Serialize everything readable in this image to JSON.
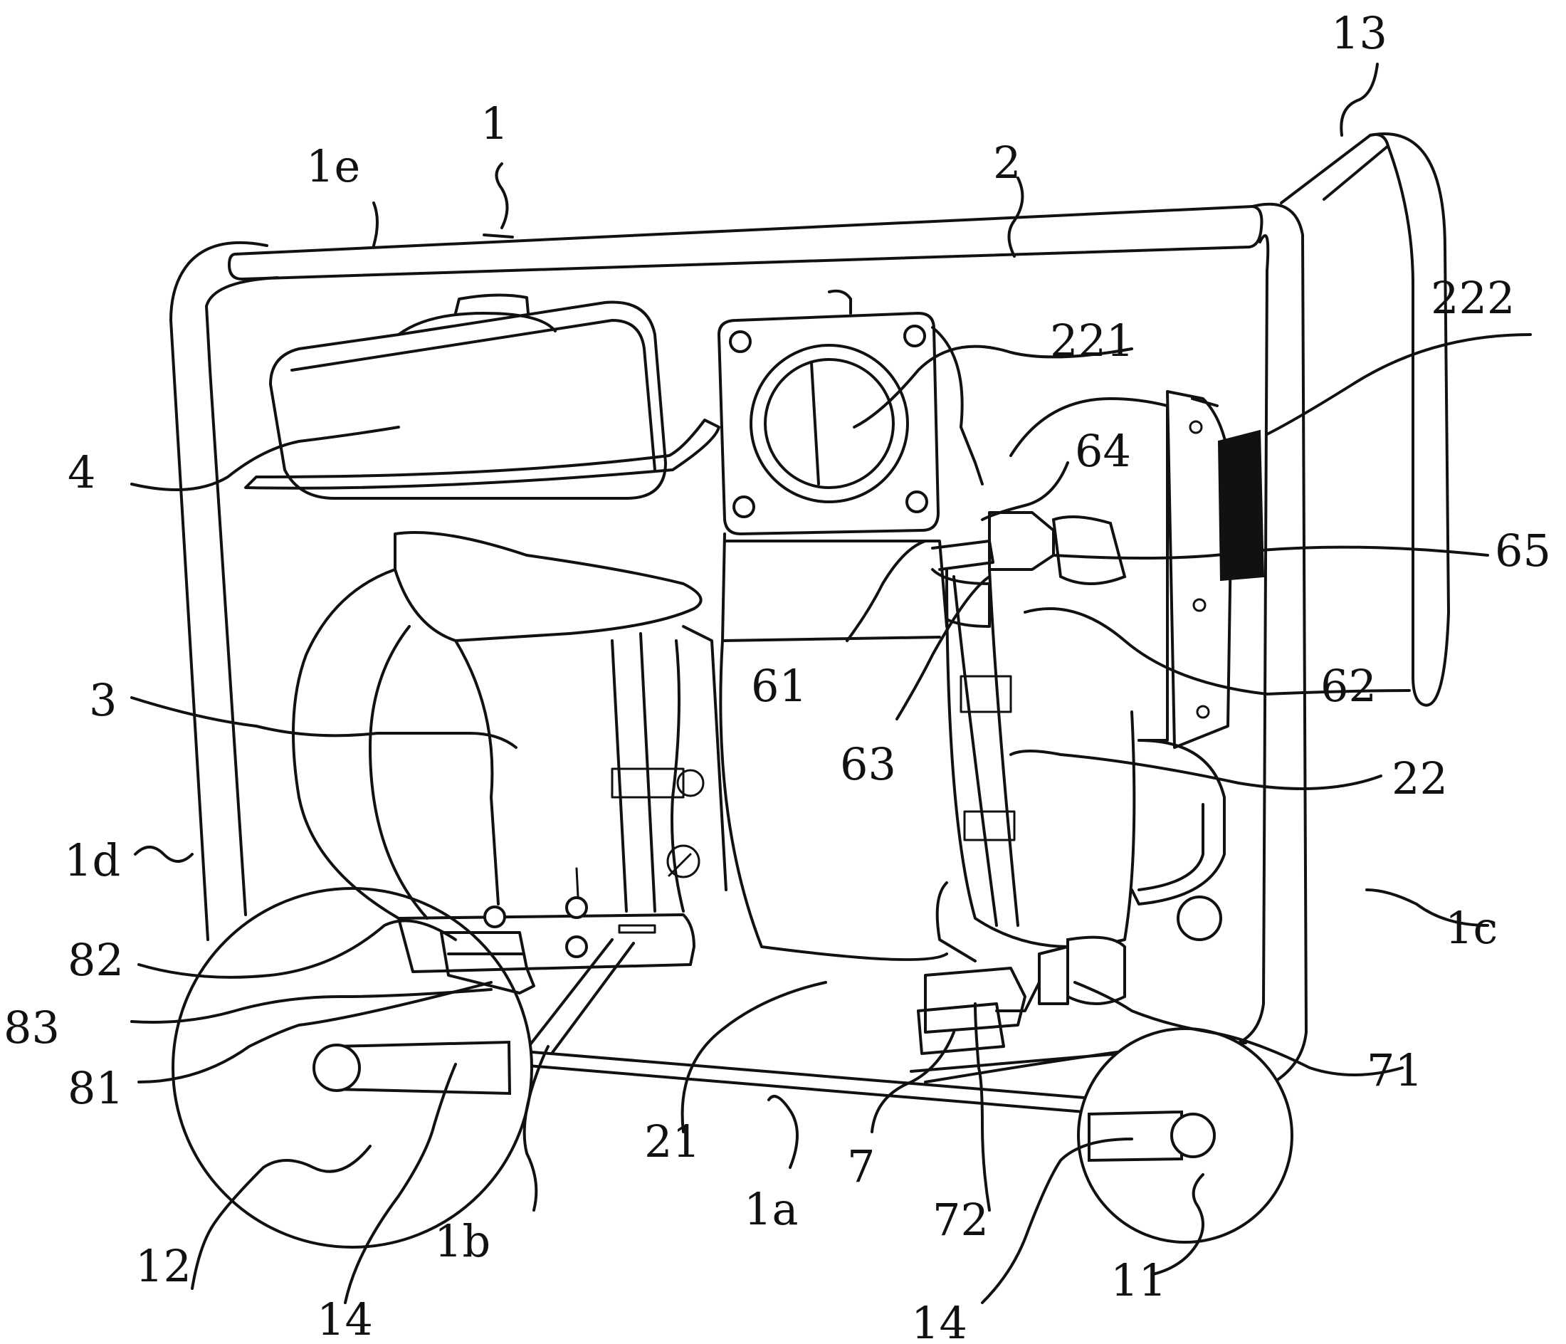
{
  "labels": {
    "l1": "1",
    "l1e": "1e",
    "l2": "2",
    "l13": "13",
    "l221": "221",
    "l222": "222",
    "l4": "4",
    "l64": "64",
    "l65": "65",
    "l61": "61",
    "l62": "62",
    "l3": "3",
    "l63": "63",
    "l22": "22",
    "l1d": "1d",
    "l1c": "1c",
    "l82": "82",
    "l83": "83",
    "l81": "81",
    "l21": "21",
    "l71": "71",
    "l7": "7",
    "l1a": "1a",
    "l72": "72",
    "l12": "12",
    "l1b": "1b",
    "l14a": "14",
    "l14b": "14",
    "l11": "11"
  }
}
